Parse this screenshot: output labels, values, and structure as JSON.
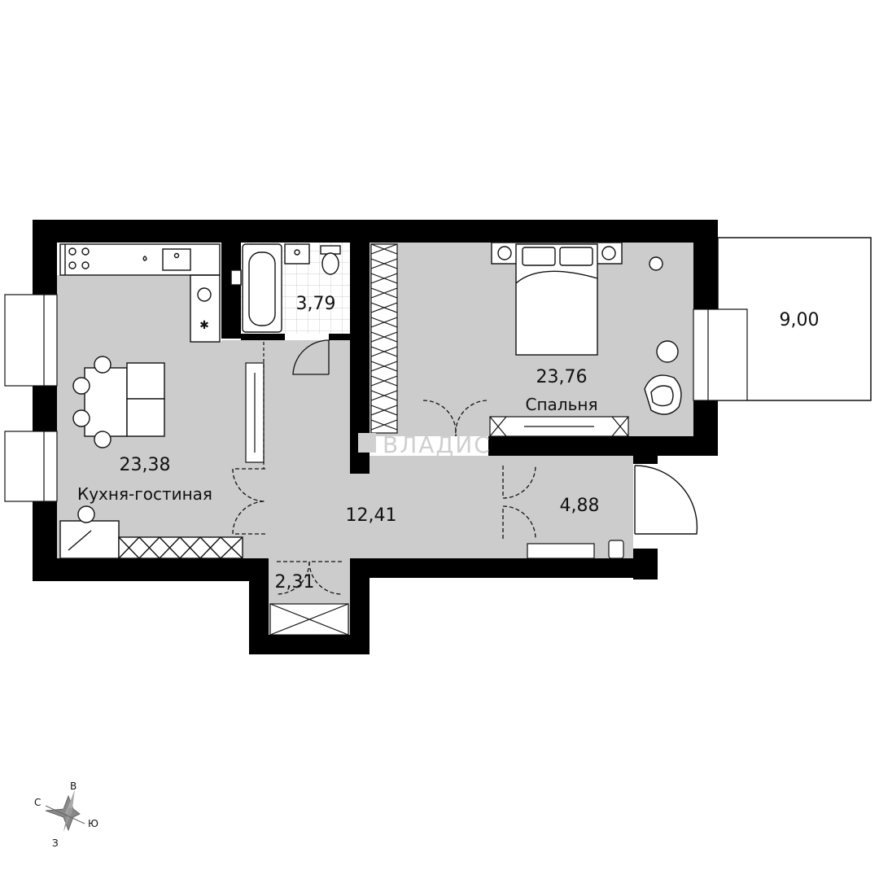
{
  "colors": {
    "wall": "#000000",
    "floor": "#cccccc",
    "tile": "#ffffff",
    "line": "#111111",
    "watermark": "#d0d0d0"
  },
  "rooms": {
    "kitchen_living": {
      "area": "23,38",
      "name": "Кухня-гостиная"
    },
    "bathroom": {
      "area": "3,79"
    },
    "bedroom": {
      "area": "23,76",
      "name": "Спальня"
    },
    "hall": {
      "area": "12,41"
    },
    "corridor": {
      "area": "4,88"
    },
    "vestibule": {
      "area": "2,31"
    },
    "terrace": {
      "area": "9,00"
    }
  },
  "watermark": {
    "text": "ВЛАДИС",
    "icon": "logo-mark-icon"
  },
  "compass": {
    "north": "С",
    "east": "В",
    "south": "Ю",
    "west": "З",
    "icon": "compass-rose-icon"
  }
}
